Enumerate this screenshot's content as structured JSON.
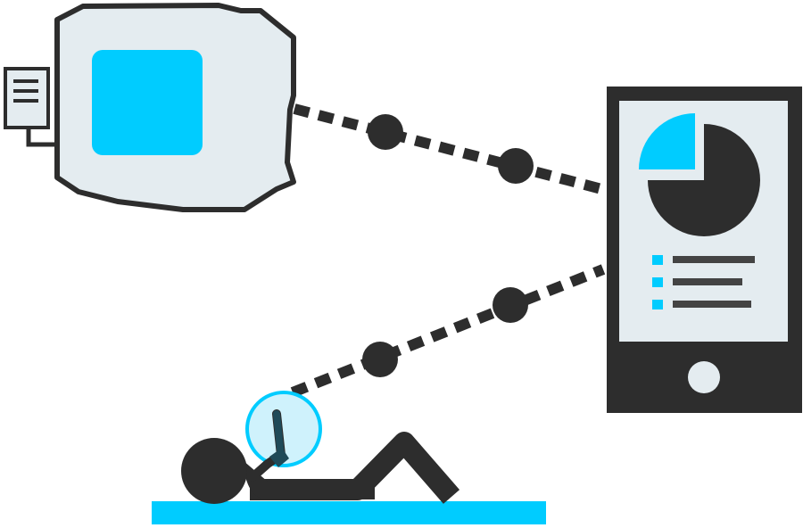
{
  "scene": {
    "nodes": [
      {
        "id": "monitoring-device",
        "icon": "wearable-sensor-icon"
      },
      {
        "id": "tablet",
        "icon": "tablet-dashboard-icon"
      },
      {
        "id": "person",
        "icon": "reclining-person-icon"
      }
    ],
    "connections": [
      {
        "from": "monitoring-device",
        "to": "tablet",
        "style": "dashed-dotted"
      },
      {
        "from": "person",
        "to": "tablet",
        "style": "dashed-dotted"
      }
    ],
    "legend_rows": 3
  },
  "colors": {
    "dark": "#2d2d2d",
    "accent": "#00ccff",
    "panel": "#e4ecf0",
    "accent_light": "#cff2fc"
  }
}
